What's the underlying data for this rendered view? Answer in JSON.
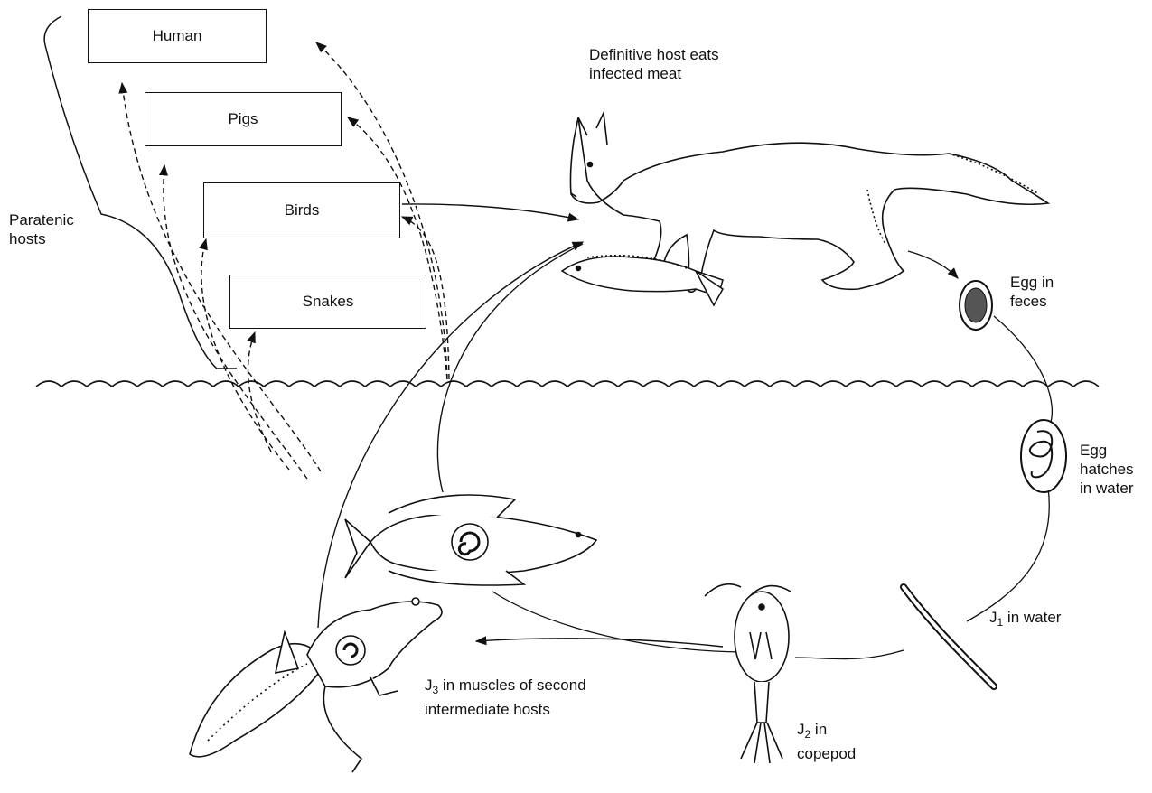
{
  "hosts": {
    "human": "Human",
    "pigs": "Pigs",
    "birds": "Birds",
    "snakes": "Snakes"
  },
  "paratenic": {
    "line1": "Paratenic",
    "line2": "hosts"
  },
  "definitive": {
    "line1": "Definitive host eats",
    "line2": "infected meat"
  },
  "egg_feces": {
    "line1": "Egg in",
    "line2": "feces"
  },
  "egg_hatch": {
    "line1": "Egg",
    "line2": "hatches",
    "line3": "in water"
  },
  "j1": {
    "prefix": "J",
    "sub": "1",
    "suffix": " in water"
  },
  "j2": {
    "prefix": "J",
    "sub": "2",
    "suffix": " in",
    "line2": "copepod"
  },
  "j3": {
    "prefix": "J",
    "sub": "3",
    "suffix": " in muscles of second",
    "line2": "intermediate hosts"
  },
  "colors": {
    "ink": "#111111",
    "background": "#ffffff"
  },
  "icons": [
    "fox-icon",
    "fish-icon",
    "egg-icon",
    "hatching-egg-icon",
    "larva-icon",
    "copepod-icon",
    "tadpole-frog-icon",
    "water-surface-icon"
  ]
}
